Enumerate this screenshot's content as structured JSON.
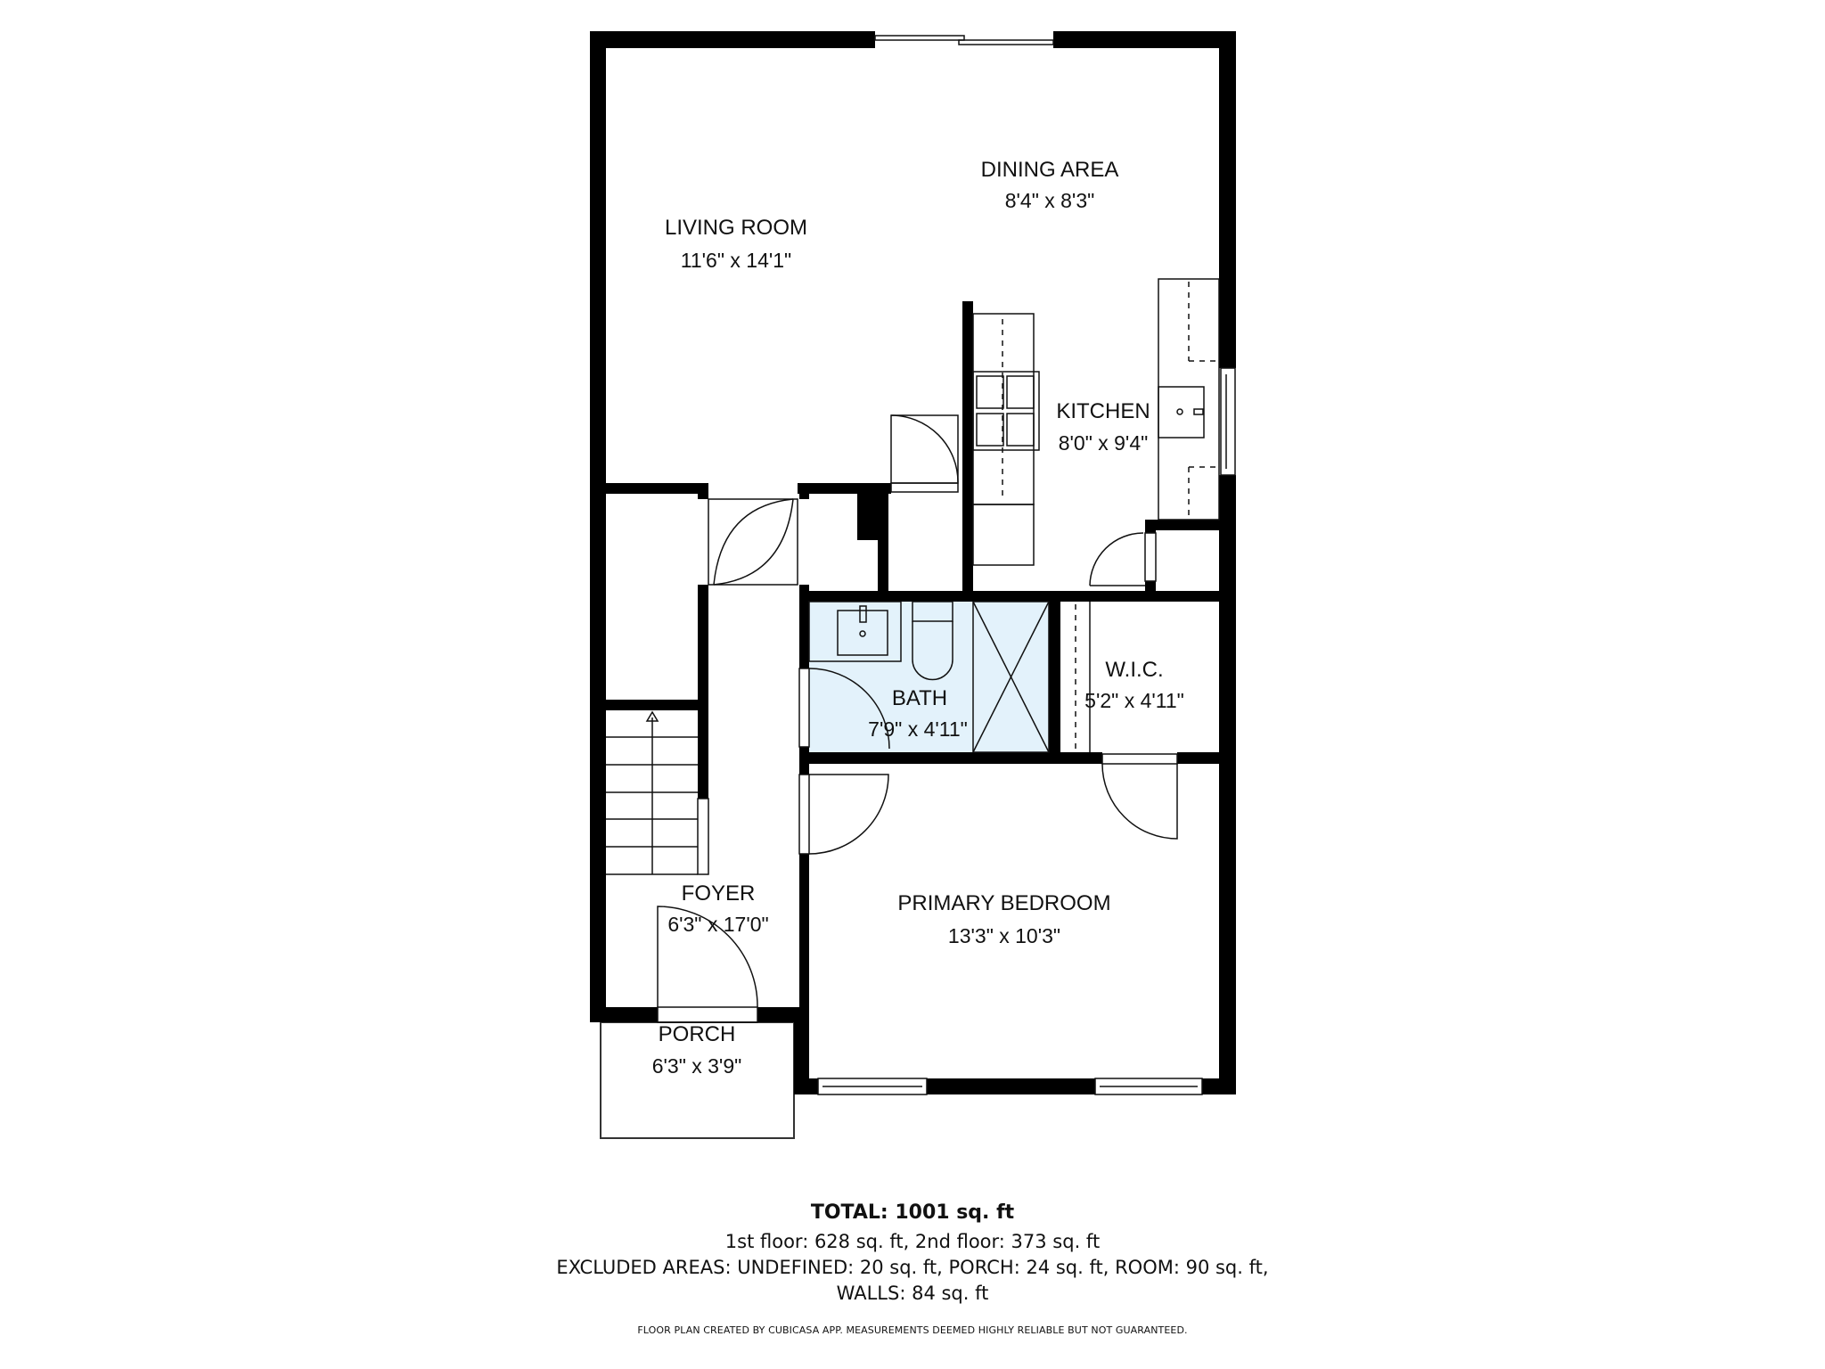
{
  "colors": {
    "wall": "#000000",
    "bath_fill": "#e3f2fb",
    "background": "#ffffff",
    "line": "#111111"
  },
  "rooms": [
    {
      "id": "living-room",
      "name": "LIVING ROOM",
      "dimensions": "11'6\" x 14'1\""
    },
    {
      "id": "dining-area",
      "name": "DINING AREA",
      "dimensions": "8'4\" x 8'3\""
    },
    {
      "id": "kitchen",
      "name": "KITCHEN",
      "dimensions": "8'0\" x 9'4\""
    },
    {
      "id": "bath",
      "name": "BATH",
      "dimensions": "7'9\" x 4'11\""
    },
    {
      "id": "wic",
      "name": "W.I.C.",
      "dimensions": "5'2\" x 4'11\""
    },
    {
      "id": "primary-bedroom",
      "name": "PRIMARY BEDROOM",
      "dimensions": "13'3\" x 10'3\""
    },
    {
      "id": "foyer",
      "name": "FOYER",
      "dimensions": "6'3\" x 17'0\""
    },
    {
      "id": "porch",
      "name": "PORCH",
      "dimensions": "6'3\" x 3'9\""
    }
  ],
  "summary": {
    "total": "TOTAL: 1001 sq. ft",
    "floors": "1st floor: 628 sq. ft, 2nd floor: 373 sq. ft",
    "excluded": "EXCLUDED AREAS: UNDEFINED: 20 sq. ft, PORCH: 24 sq. ft, ROOM: 90 sq. ft,",
    "walls": "WALLS: 84 sq. ft",
    "disclaimer": "FLOOR PLAN CREATED BY CUBICASA APP. MEASUREMENTS DEEMED HIGHLY RELIABLE BUT NOT GUARANTEED."
  }
}
